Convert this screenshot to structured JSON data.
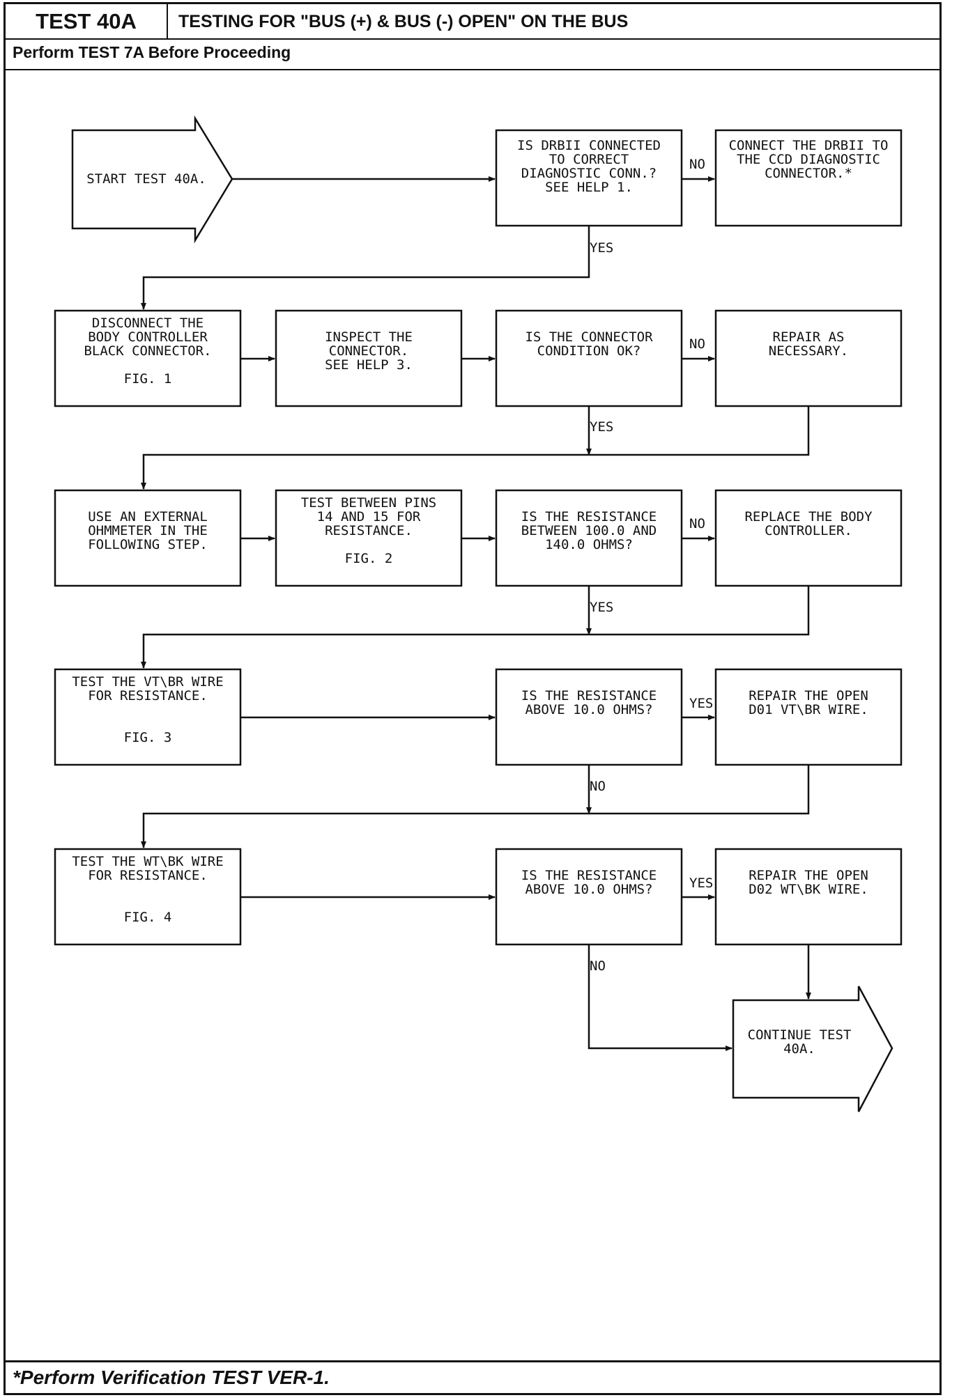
{
  "header": {
    "test_id": "TEST 40A",
    "title": "TESTING FOR \"BUS (+) & BUS (-) OPEN\" ON THE BUS",
    "subtitle": "Perform TEST 7A Before Proceeding"
  },
  "footer": {
    "note": "*Perform Verification TEST VER-1."
  },
  "flowchart": {
    "start": [
      "START TEST 40A."
    ],
    "end": [
      "CONTINUE TEST",
      "40A."
    ],
    "boxes": {
      "q_drbii": [
        "IS DRBII CONNECTED",
        "TO CORRECT",
        "DIAGNOSTIC CONN.?",
        "SEE HELP 1."
      ],
      "a_connect": [
        "CONNECT THE DRBII TO",
        "THE CCD DIAGNOSTIC",
        "CONNECTOR.*"
      ],
      "s_disconnect": [
        "DISCONNECT THE",
        "BODY CONTROLLER",
        "BLACK CONNECTOR.",
        "",
        "FIG. 1"
      ],
      "s_inspect": [
        "INSPECT THE",
        "CONNECTOR.",
        "SEE HELP 3."
      ],
      "q_condition": [
        "IS THE CONNECTOR",
        "CONDITION OK?"
      ],
      "a_repair": [
        "REPAIR AS",
        "NECESSARY."
      ],
      "s_ohmmeter": [
        "USE AN EXTERNAL",
        "OHMMETER IN THE",
        "FOLLOWING STEP."
      ],
      "s_pins": [
        "TEST BETWEEN PINS",
        "14 AND 15 FOR",
        "RESISTANCE.",
        "",
        "FIG. 2"
      ],
      "q_res1": [
        "IS THE RESISTANCE",
        "BETWEEN 100.0 AND",
        "140.0 OHMS?"
      ],
      "a_replace": [
        "REPLACE THE BODY",
        "CONTROLLER."
      ],
      "s_vtbr": [
        "TEST THE VT\\BR WIRE",
        "FOR RESISTANCE.",
        "",
        "",
        "FIG. 3"
      ],
      "q_res2": [
        "IS THE RESISTANCE",
        "ABOVE 10.0 OHMS?"
      ],
      "a_vtbr": [
        "REPAIR THE OPEN",
        "D01 VT\\BR WIRE."
      ],
      "s_wtbk": [
        "TEST THE WT\\BK WIRE",
        "FOR RESISTANCE.",
        "",
        "",
        "FIG. 4"
      ],
      "q_res3": [
        "IS THE RESISTANCE",
        "ABOVE 10.0 OHMS?"
      ],
      "a_wtbk": [
        "REPAIR THE OPEN",
        "D02 WT\\BK WIRE."
      ]
    },
    "labels": {
      "no1": "NO",
      "yes1": "YES",
      "no2": "NO",
      "yes2": "YES",
      "no3": "NO",
      "yes3": "YES",
      "yes4": "YES",
      "no4": "NO",
      "yes5": "YES",
      "no5": "NO"
    }
  }
}
